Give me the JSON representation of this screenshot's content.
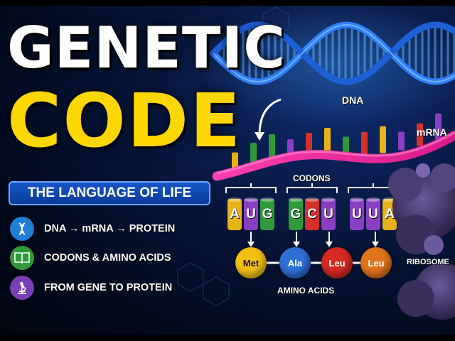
{
  "title": {
    "line1": "GENETIC",
    "line2": "CODE"
  },
  "subtitle": "THE LANGUAGE OF LIFE",
  "features": [
    {
      "icon": "dna-icon",
      "text": "DNA → mRNA → PROTEIN"
    },
    {
      "icon": "book-icon",
      "text": "CODONS & AMINO ACIDS"
    },
    {
      "icon": "microscope-icon",
      "text": "FROM GENE TO PROTEIN"
    }
  ],
  "labels": {
    "dna": "DNA",
    "mrna": "mRNA",
    "codons": "CODONS",
    "amino_acids": "AMINO ACIDS",
    "ribosome": "RIBOSOME"
  },
  "codons": [
    {
      "letters": [
        "A",
        "U",
        "G"
      ]
    },
    {
      "letters": [
        "G",
        "C",
        "U"
      ]
    },
    {
      "letters": [
        "U",
        "U",
        "A"
      ]
    }
  ],
  "amino_acids": [
    {
      "label": "Met",
      "color": "#f2c012"
    },
    {
      "label": "Ala",
      "color": "#2f6fd6"
    },
    {
      "label": "Leu",
      "color": "#d62a22"
    },
    {
      "label": "Leu",
      "color": "#e0741c"
    }
  ],
  "colors": {
    "title_white": "#ffffff",
    "title_yellow": "#ffd700",
    "banner": "#1656c9",
    "A": "#e8b21a",
    "U": "#8a3fc2",
    "G": "#2f9a3a",
    "C": "#d6302a"
  }
}
